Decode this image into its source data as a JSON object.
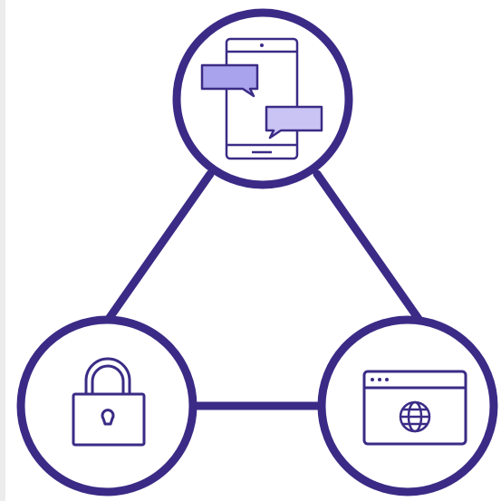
{
  "diagram": {
    "nodes": [
      {
        "id": "mobile",
        "icon": "mobile-chat-icon"
      },
      {
        "id": "security",
        "icon": "padlock-icon"
      },
      {
        "id": "web",
        "icon": "browser-globe-icon"
      }
    ],
    "edges": [
      {
        "from": "mobile",
        "to": "security"
      },
      {
        "from": "mobile",
        "to": "web"
      },
      {
        "from": "security",
        "to": "web"
      }
    ],
    "colors": {
      "stroke": "#3b2b86",
      "accent_fill": "#a9a2ec",
      "background": "#ffffff",
      "left_border": "#ececec"
    }
  }
}
